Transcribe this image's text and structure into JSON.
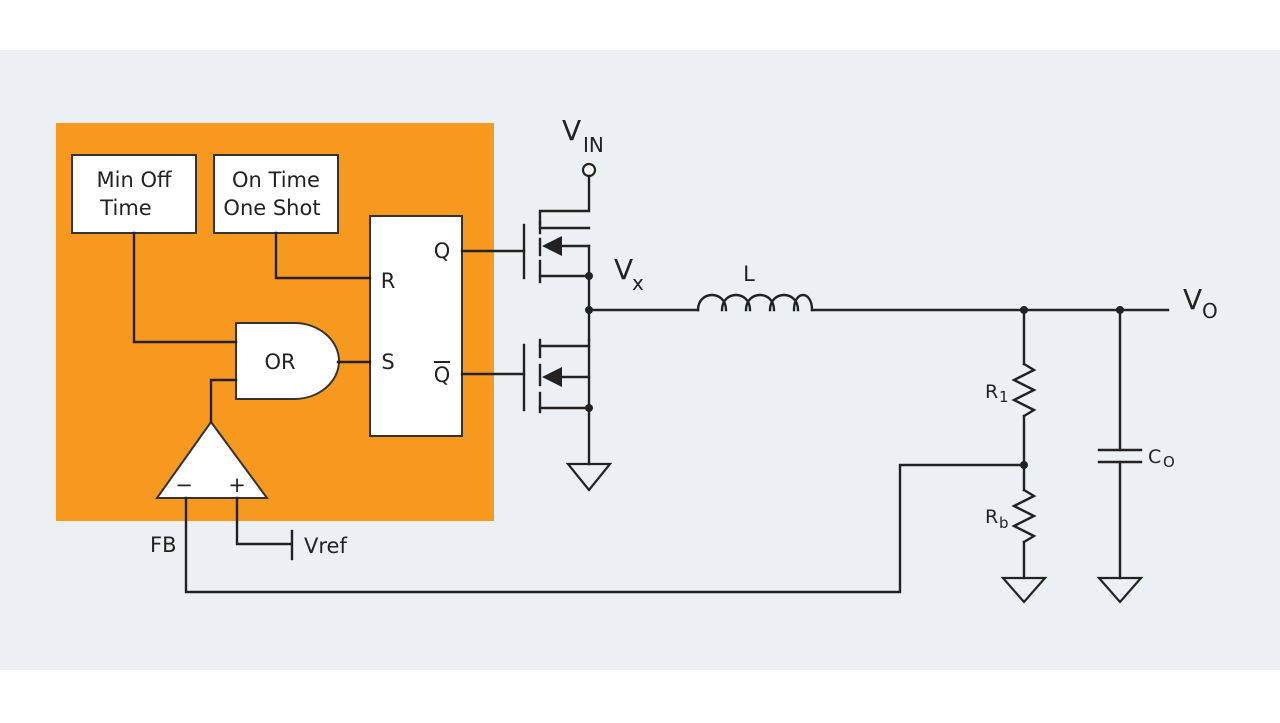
{
  "colors": {
    "panel_bg": "#ECF0F3",
    "controller_block": "#F7991F",
    "box_fill": "#FFFFFF",
    "line": "#222222"
  },
  "labels": {
    "min_off_time_line1": "Min Off",
    "min_off_time_line2": "Time",
    "on_time_line1": "On Time",
    "on_time_line2": "One Shot",
    "or_gate": "OR",
    "ff_r": "R",
    "ff_s": "S",
    "ff_q": "Q",
    "ff_qbar": "Q",
    "vin_main": "V",
    "vin_sub": "IN",
    "vx_main": "V",
    "vx_sub": "x",
    "inductor": "L",
    "vo_main": "V",
    "vo_sub": "O",
    "r1_main": "R",
    "r1_sub": "1",
    "rb_main": "R",
    "rb_sub": "b",
    "co_main": "C",
    "co_sub": "O",
    "amp_minus": "−",
    "amp_plus": "+",
    "fb": "FB",
    "vref": "Vref"
  }
}
